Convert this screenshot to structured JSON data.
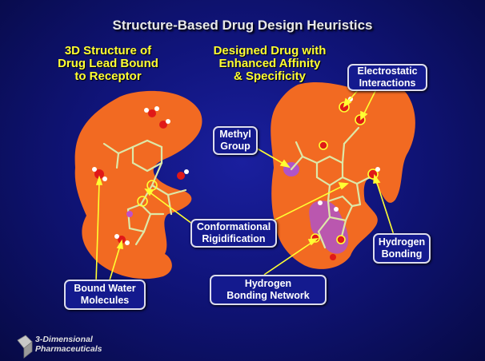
{
  "title": "Structure-Based Drug Design Heuristics",
  "left_heading": [
    "3D Structure of",
    "Drug Lead Bound",
    "to Receptor"
  ],
  "right_heading": [
    "Designed Drug with",
    "Enhanced Affinity",
    "& Specificity"
  ],
  "labels": {
    "electrostatic": [
      "Electrostatic",
      "Interactions"
    ],
    "methyl": [
      "Methyl",
      "Group"
    ],
    "conformational": [
      "Conformational",
      "Rigidification"
    ],
    "hydrogen_bonding": [
      "Hydrogen",
      "Bonding"
    ],
    "hb_network": [
      "Hydrogen",
      "Bonding Network"
    ],
    "bound_water": [
      "Bound Water",
      "Molecules"
    ]
  },
  "logo": [
    "3-Dimensional",
    "Pharmaceuticals"
  ],
  "colors": {
    "receptor": "#f26a22",
    "bond": "#dde8a8",
    "arrow": "#ffff33",
    "oxygen": "#e01818",
    "network": "#b054c8"
  }
}
